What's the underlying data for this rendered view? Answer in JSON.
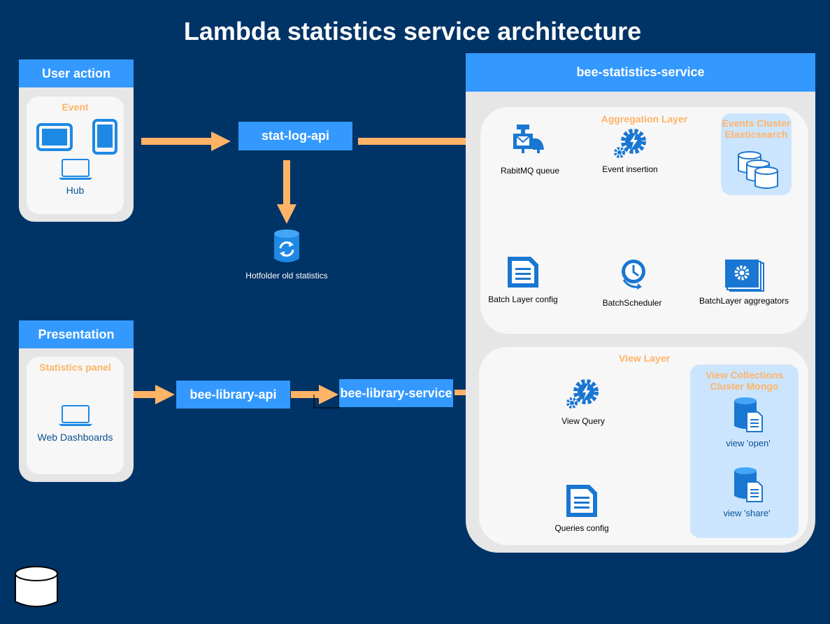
{
  "title": "Lambda statistics service architecture",
  "user_action": {
    "header": "User action",
    "event_label": "Event",
    "hub_label": "Hub"
  },
  "presentation": {
    "header": "Presentation",
    "panel_label": "Statistics panel",
    "dashboards_label": "Web Dashboards"
  },
  "apis": {
    "stat_log": "stat-log-api",
    "library_api": "bee-library-api",
    "library_service": "bee-library-service"
  },
  "hotfolder_label": "Hotfolder old statistics",
  "service": {
    "header": "bee-statistics-service",
    "aggregation": {
      "title": "Aggregation Layer",
      "rabbit_label": "RabitMQ queue",
      "insertion_label": "Event insertion",
      "events_cluster": "Events Cluster Elasticsearch",
      "batch_config_label": "Batch Layer config",
      "scheduler_label": "BatchScheduler",
      "aggregators_label": "BatchLayer aggregators"
    },
    "view": {
      "title": "View Layer",
      "query_label": "View Query",
      "queries_config_label": "Queries config",
      "collections_title": "View Collections Cluster Mongo",
      "view_open": "view 'open'",
      "view_share": "view 'share'"
    }
  },
  "colors": {
    "background": "#003366",
    "accent_blue": "#3399ff",
    "orange": "#ffb366",
    "icon_blue": "#1976d2",
    "outline_arrow": "#6c8ebf"
  }
}
